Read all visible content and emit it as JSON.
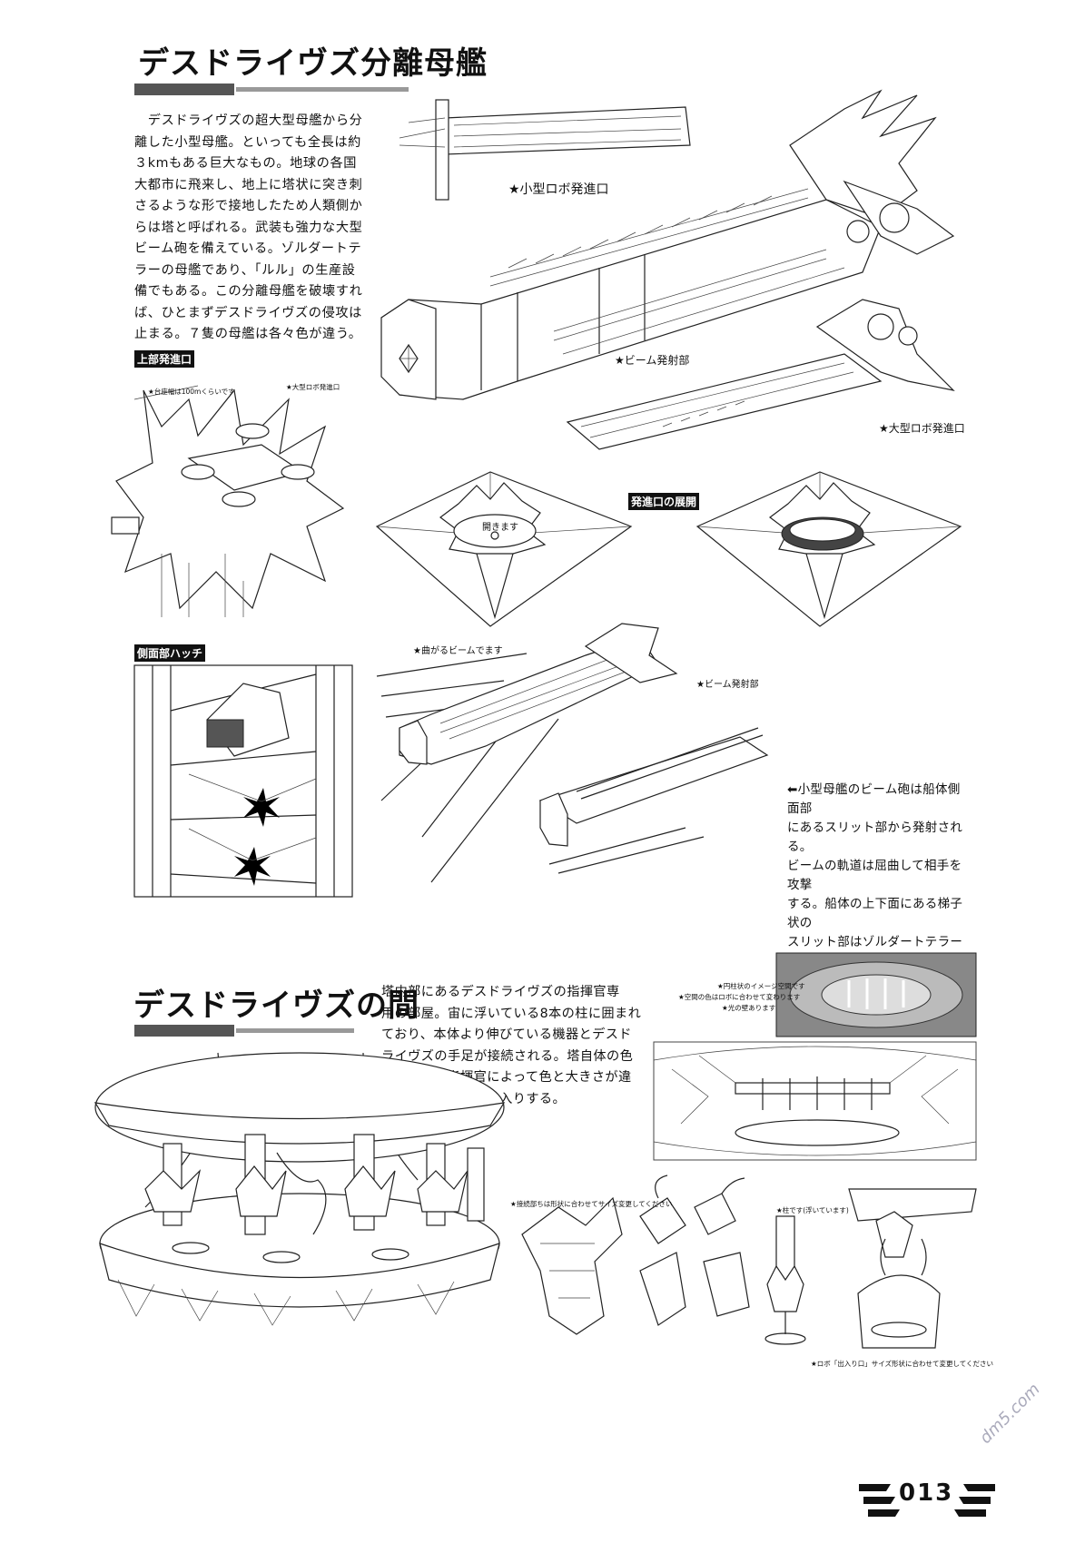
{
  "section1": {
    "title": "デスドライヴズ分離母艦",
    "body": "　デスドライヴズの超大型母艦から分\n離した小型母艦。といっても全長は約\n３kmもある巨大なもの。地球の各国\n大都市に飛来し、地上に塔状に突き刺\nさるような形で接地したため人類側か\nらは塔と呼ばれる。武装も強力な大型\nビーム砲を備えている。ゾルダートテ\nラーの母艦であり、「ルル」の生産設\n備でもある。この分離母艦を破壊すれ\nば、ひとまずデスドライヴズの侵攻は\n止まる。７隻の母艦は各々色が違う。",
    "labels": {
      "upper_launch": "上部発進口",
      "side_hatch": "側面部ハッチ",
      "launch_open": "発進口の展開"
    },
    "annotations": {
      "small_robo": "★小型ロボ発進口",
      "beam1": "★ビーム発射部",
      "large_robo": "★大型ロボ発進口",
      "large_robo2": "★大型ロボ発進口",
      "hatch_note": "★台座幅は100mくらいです",
      "opens": "開きます",
      "curved_beam": "★曲がるビームでます",
      "beam2": "★ビーム発射部"
    },
    "beam_caption": "⬅小型母艦のビーム砲は船体側面部\nにあるスリット部から発射される。\nビームの軌道は屈曲して相手を攻撃\nする。船体の上下面にある梯子状の\nスリット部はゾルダートテラーなど\nの艦載機発射口となっている。"
  },
  "section2": {
    "title": "デスドライヴズの間",
    "body": "塔内部にあるデスドライヴズの指揮官専\n用の部屋。宙に浮いている8本の柱に囲まれ\nており、本体より伸びている機器とデスド\nライヴズの手足が接続される。塔自体の色\nと同様に、指揮官によって色と大きさが違\nう。上下の孔より出入りする。",
    "annotations": {
      "cylinder": "★円柱状のイメージ空間です",
      "space_color": "★空間の色はロボに合わせて変わります",
      "light_wall": "★光の壁あります",
      "connect": "★接続部ちは形状に合わせてサイズ変更してください",
      "pillar": "★柱です(浮いています)",
      "hole": "★ロボ「出入り口」サイズ形状に合わせて変更してください"
    }
  },
  "footer": {
    "page": "013",
    "watermark": "dm5.com"
  }
}
